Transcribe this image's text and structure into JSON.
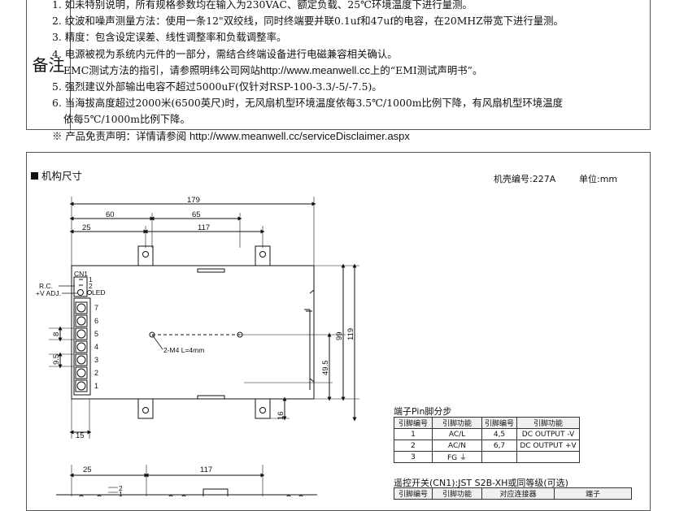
{
  "notes": {
    "label": "备注",
    "lines": [
      "1. 如未特别说明，所有规格参数均在输入为230VAC、额定负载、25℃环境温度下进行量测。",
      "2. 纹波和噪声测量方法：使用一条12\"双绞线，同时终端要并联0.1uf和47uf的电容，在20MHZ带宽下进行量测。",
      "3. 精度：包含设定误差、线性调整率和负载调整率。",
      "4. 电源被视为系统内元件的一部分，需结合终端设备进行电磁兼容相关确认。",
      "EMC测试方法的指引，请参照明纬公司网站",
      "5. 强烈建议外部输出电容不超过5000uF(仅针对RSP-100-3.3/-5/-7.5)。",
      "6. 当海拔高度超过2000米(6500英尺)时，无风扇机型环境温度依每3.5℃/1000m比例下降，有风扇机型环境温度",
      "依每5℃/1000m比例下降。",
      "※ 产品免责声明：详情请参阅"
    ],
    "url_main": "http://www.meanwell.cc",
    "emc_tail": "上的“EMI测试声明书”。",
    "url_disclaimer": "http://www.meanwell.cc/serviceDisclaimer.aspx"
  },
  "mech": {
    "title": "机构尺寸",
    "case_no": "机壳编号:227A",
    "unit": "单位:mm"
  },
  "drawing": {
    "dims": {
      "d179": "179",
      "d60": "60",
      "d65": "65",
      "d25": "25",
      "d117": "117",
      "d99": "99",
      "d119": "119",
      "d49_5": "49.5",
      "d16": "16",
      "d15": "15",
      "d8": "8",
      "d9_5": "9.5",
      "bot25": "25",
      "bot117": "117"
    },
    "labels": {
      "cn1": "CN1",
      "rc": "R.C.",
      "vadj": "+V ADJ.",
      "led": "LED",
      "p1": "1",
      "p2": "2",
      "screw": "2-M4 L=4mm",
      "bot2": "2",
      "bot1": "1"
    },
    "terminals": [
      "7",
      "6",
      "5",
      "4",
      "3",
      "2",
      "1"
    ]
  },
  "pin_table": {
    "title": "端子Pin脚分步",
    "headers": [
      "引脚编号",
      "引脚功能",
      "引脚编号",
      "引脚功能"
    ],
    "rows": [
      [
        "1",
        "AC/L",
        "4,5",
        "DC OUTPUT -V"
      ],
      [
        "2",
        "AC/N",
        "6,7",
        "DC OUTPUT +V"
      ],
      [
        "3",
        "FG ⏚",
        "",
        ""
      ]
    ]
  },
  "rc_table": {
    "title": "遥控开关(CN1):JST S2B-XH或同等级(可选)",
    "headers": [
      "引脚编号",
      "引脚功能",
      "对应连接器",
      "端子"
    ]
  }
}
